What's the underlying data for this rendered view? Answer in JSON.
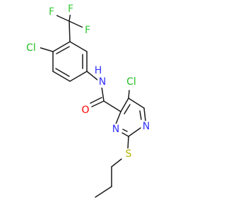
{
  "molecule": {
    "colors": {
      "bond": "#1a1a1a",
      "carbon": "#1a1a1a",
      "nitrogen": "#3333ff",
      "oxygen": "#ff0000",
      "sulfur": "#b3b300",
      "chlorine": "#1fbf1f",
      "fluorine": "#33cc33",
      "hydrogen": "#3333ff"
    },
    "labels": {
      "cl_aryl": "Cl",
      "cl_pyrimidine": "Cl",
      "f1": "F",
      "f2": "F",
      "f3": "F",
      "n_amide": "N",
      "h_amide": "H",
      "o_carbonyl": "O",
      "n_ring_upper": "N",
      "n_ring_lower": "N",
      "s_thioether": "S"
    }
  }
}
